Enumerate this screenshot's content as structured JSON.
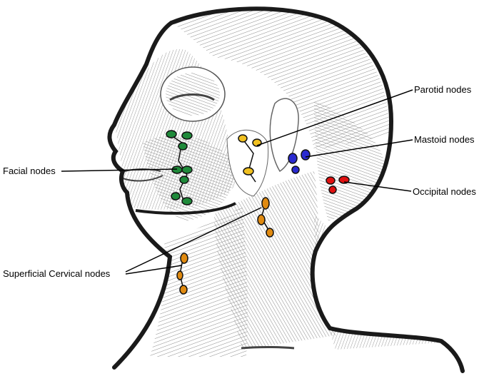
{
  "labels": {
    "parotid": "Parotid nodes",
    "mastoid": "Mastoid nodes",
    "facial": "Facial nodes",
    "occipital": "Occipital nodes",
    "superficial_cervical": "Superficial Cervical nodes"
  },
  "node_colors": {
    "facial": "#1f8a3a",
    "parotid": "#f0c020",
    "mastoid": "#2a2ad0",
    "occipital": "#e01010",
    "superficial_cervical": "#e08a10"
  },
  "outline_color": "#1a1a1a"
}
